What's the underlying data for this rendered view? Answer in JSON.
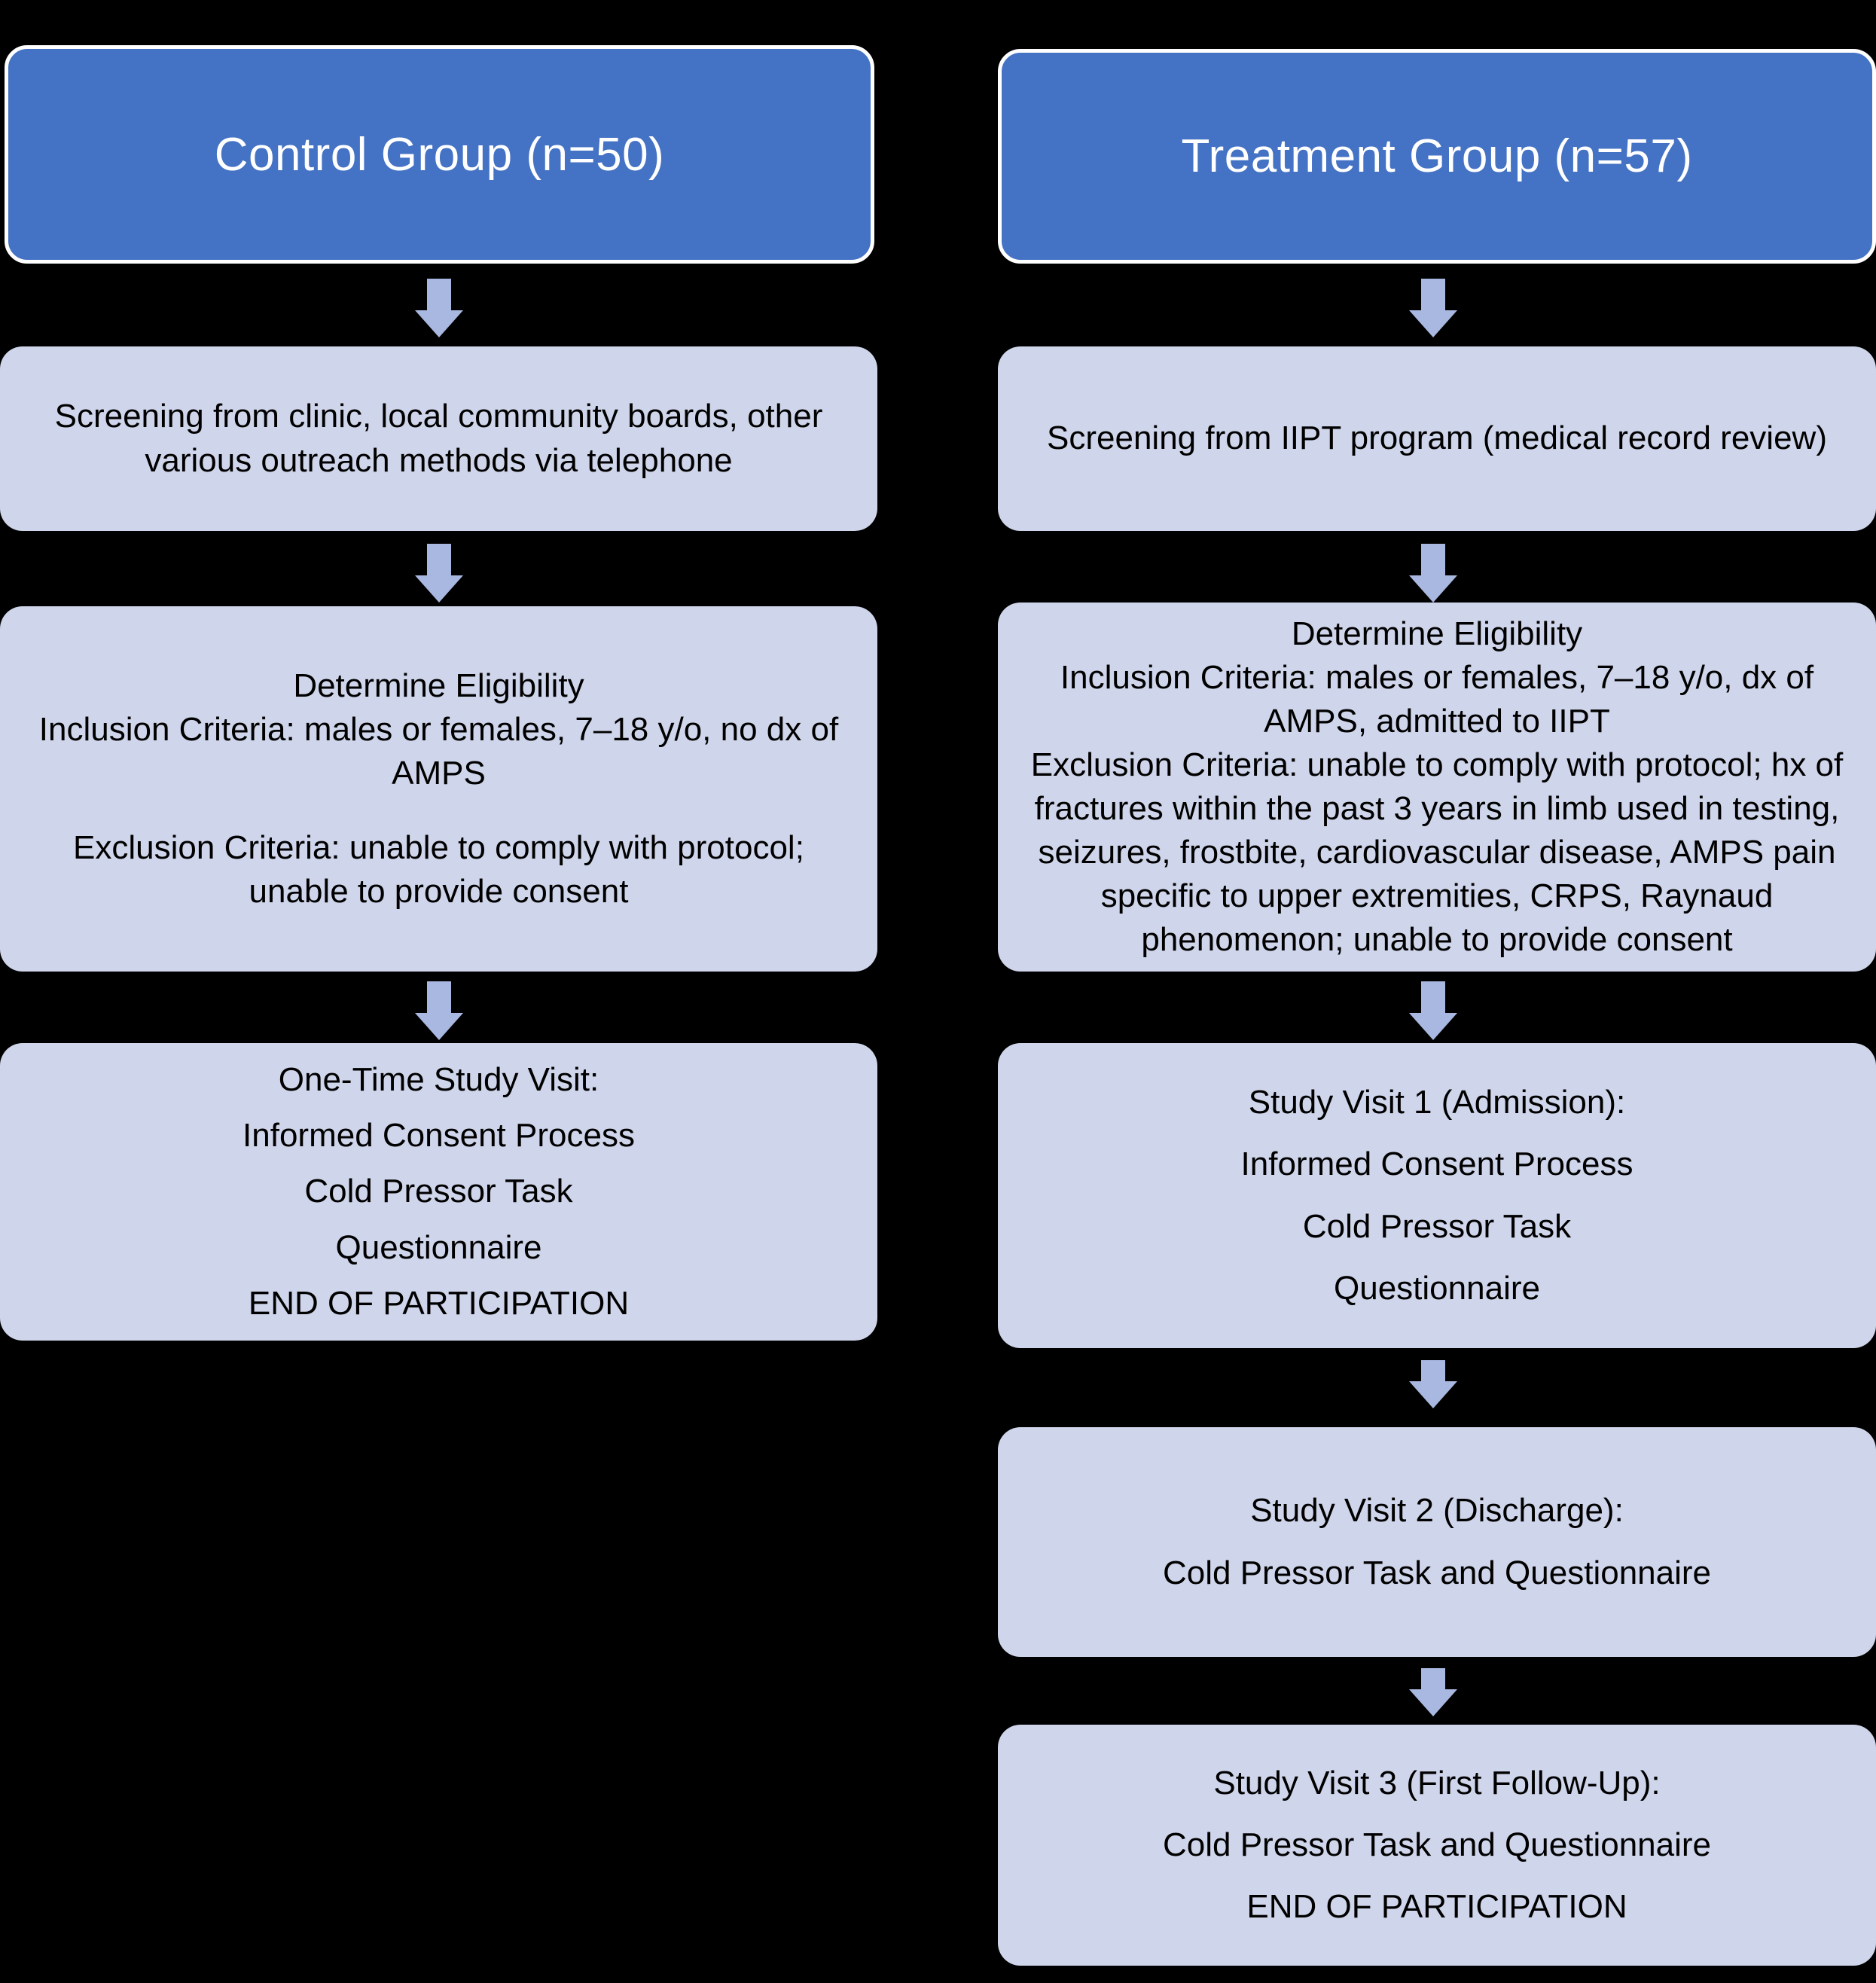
{
  "theme": {
    "background": "#000000",
    "header_fill": "#4472C4",
    "header_border": "#FFFFFF",
    "header_text": "#FFFFFF",
    "step_fill": "#CFD5EA",
    "step_text": "#000000",
    "arrow_fill": "#A9B8E0"
  },
  "diagram": {
    "type": "flowchart",
    "orientation": "two-column top-down",
    "columns": [
      {
        "id": "control",
        "header": "Control Group (n=50)",
        "steps": [
          {
            "id": "control-screening",
            "lines": [
              "Screening from clinic, local community boards, other various outreach methods via telephone"
            ]
          },
          {
            "id": "control-eligibility",
            "lines": [
              "Determine Eligibility",
              "Inclusion Criteria: males or females, 7–18 y/o, no dx of AMPS",
              "Exclusion Criteria: unable to comply with protocol; unable to provide consent"
            ]
          },
          {
            "id": "control-visit",
            "lines": [
              "One-Time Study Visit:",
              "Informed Consent Process",
              "Cold Pressor Task",
              "Questionnaire",
              "END OF PARTICIPATION"
            ]
          }
        ]
      },
      {
        "id": "treatment",
        "header": "Treatment Group (n=57)",
        "steps": [
          {
            "id": "treatment-screening",
            "lines": [
              "Screening from IIPT program (medical record review)"
            ]
          },
          {
            "id": "treatment-eligibility",
            "lines": [
              "Determine Eligibility",
              "Inclusion Criteria: males or females, 7–18 y/o, dx of AMPS, admitted to IIPT",
              "Exclusion Criteria: unable to comply with protocol; hx of fractures within the past 3 years in limb used in testing, seizures, frostbite, cardiovascular disease, AMPS pain specific to upper extremities, CRPS, Raynaud phenomenon; unable to provide consent"
            ]
          },
          {
            "id": "treatment-visit-1",
            "lines": [
              "Study Visit 1 (Admission):",
              "Informed Consent Process",
              "Cold Pressor Task",
              "Questionnaire"
            ]
          },
          {
            "id": "treatment-visit-2",
            "lines": [
              "Study Visit 2 (Discharge):",
              "Cold Pressor Task and Questionnaire"
            ]
          },
          {
            "id": "treatment-visit-3",
            "lines": [
              "Study Visit 3 (First Follow-Up):",
              "Cold Pressor Task and Questionnaire",
              "END OF PARTICIPATION"
            ]
          }
        ]
      }
    ],
    "connectors": {
      "icon": "down-arrow-icon",
      "count": 8
    }
  }
}
